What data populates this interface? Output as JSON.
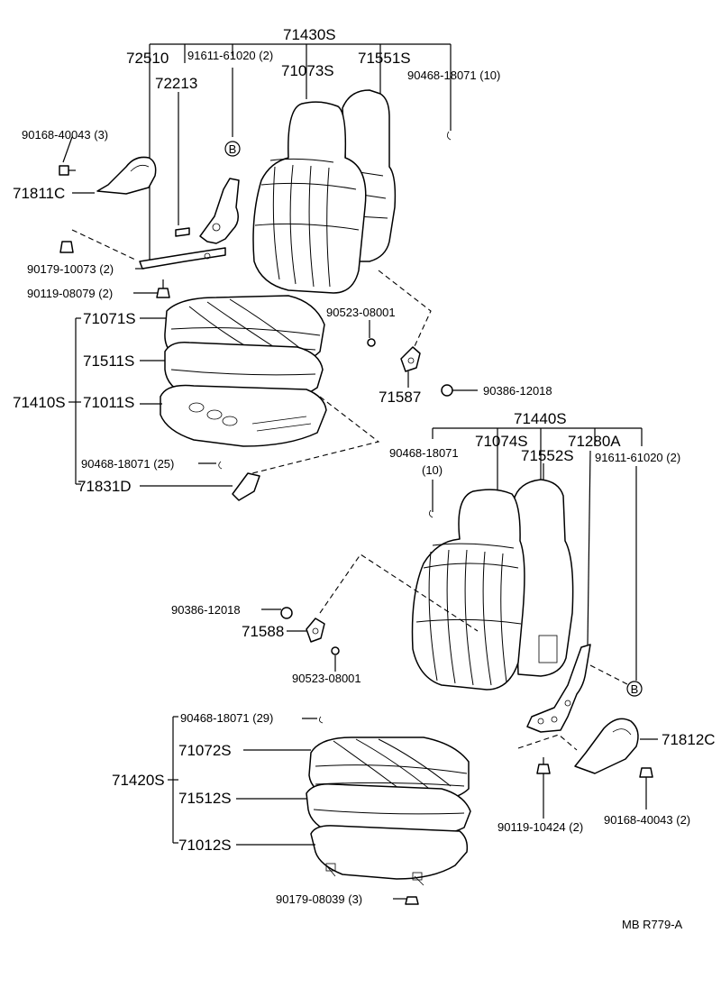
{
  "diagram": {
    "reference": "MB  R779-A",
    "driver_seat": {
      "assembly_code": "71430S",
      "back_labels": {
        "frame": "72510",
        "screw_set": "91611-61020 (2)",
        "cover_back": "71073S",
        "pad_back": "71551S",
        "hog_ring_back": "90468-18071 (10)",
        "pin": "72213",
        "bolt_hinge": "90168-40043 (3)",
        "hinge_cover": "71811C",
        "nut_upper": "90179-10073 (2)",
        "bolt_lower": "90119-08079 (2)",
        "clip": "90523-08001",
        "bracket": "71587",
        "cushion_nut": "90386-12018",
        "callout_b": "B"
      },
      "cushion_assembly_code": "71410S",
      "cushion_labels": {
        "cover": "71071S",
        "pad": "71511S",
        "frame": "71011S",
        "hog_ring": "90468-18071 (25)",
        "side_cover": "71831D"
      }
    },
    "passenger_seat": {
      "assembly_code": "71440S",
      "back_labels": {
        "hog_ring_code": "90468-18071",
        "hog_ring_qty": "(10)",
        "cover_back": "71074S",
        "pad_back": "71552S",
        "frame": "71280A",
        "screw_set": "91611-61020 (2)",
        "cushion_nut": "90386-12018",
        "bracket": "71588",
        "clip": "90523-08001",
        "callout_b": "B",
        "hinge_cover": "71812C",
        "bolt_lower": "90119-10424 (2)",
        "bolt_hinge": "90168-40043 (2)"
      },
      "cushion_assembly_code": "71420S",
      "cushion_labels": {
        "hog_ring": "90468-18071 (29)",
        "cover": "71072S",
        "pad": "71512S",
        "frame": "71012S",
        "nut": "90179-08039 (3)"
      }
    }
  }
}
